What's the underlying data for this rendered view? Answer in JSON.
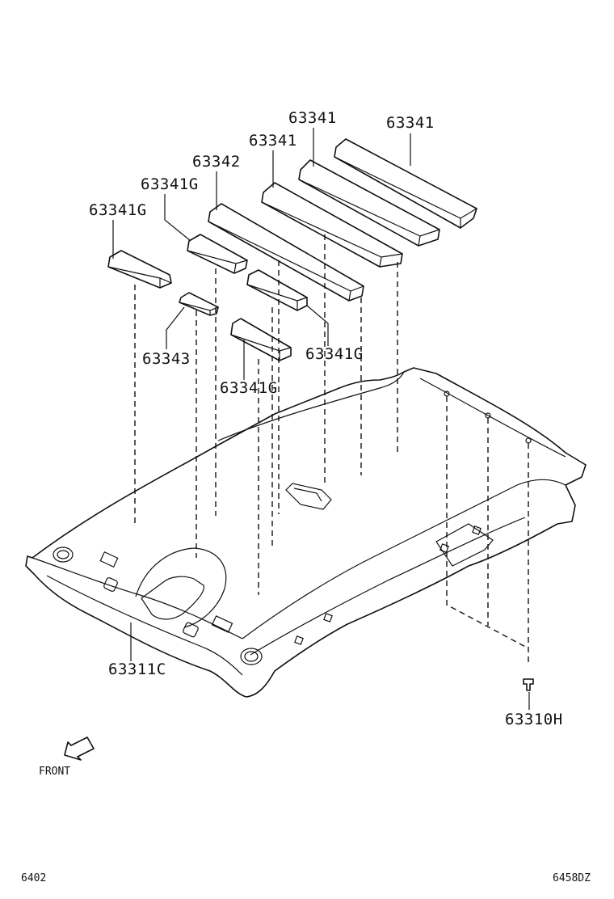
{
  "labels": {
    "p63341_a": "63341",
    "p63341_b": "63341",
    "p63341_c": "63341",
    "p63342": "63342",
    "p63341G_a": "63341G",
    "p63341G_b": "63341G",
    "p63341G_c": "63341G",
    "p63341G_d": "63341G",
    "p63343": "63343",
    "p63311C": "63311C",
    "p63310H": "63310H"
  },
  "front": "FRONT",
  "footer": {
    "left": "6402",
    "right": "6458DZ"
  },
  "colors": {
    "line": "#111111",
    "background": "#ffffff"
  }
}
